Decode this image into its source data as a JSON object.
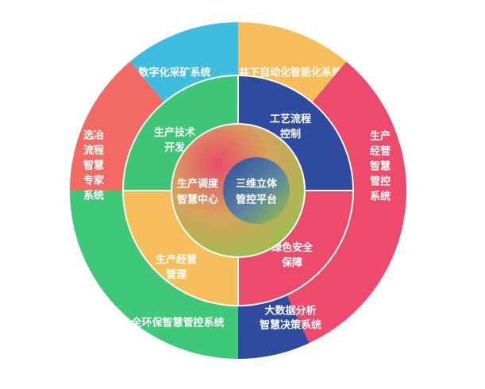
{
  "outer_ring": [
    {
      "key": "digital_mining",
      "lines": [
        "数字化采矿系统"
      ],
      "color": "#3fbde0"
    },
    {
      "key": "underground_automation",
      "lines": [
        "井下自动化智能化系统"
      ],
      "color": "#f6be5a"
    },
    {
      "key": "production_control",
      "lines": [
        "生产",
        "经营",
        "智慧",
        "管控",
        "系统"
      ],
      "color": "#ee4a6c"
    },
    {
      "key": "big_data",
      "lines": [
        "大数据分析",
        "智慧决策系统"
      ],
      "color": "#2f4ba0"
    },
    {
      "key": "environmental",
      "lines": [
        "全环保智慧管控系统"
      ],
      "color": "#3fc878"
    },
    {
      "key": "smelting_expert",
      "lines": [
        "选冶",
        "流程",
        "智慧",
        "专家",
        "系统"
      ],
      "color": "#f26a63"
    }
  ],
  "inner_ring": [
    {
      "key": "tech_dev",
      "lines": [
        "生产技术",
        "开发"
      ],
      "color": "#3ec577"
    },
    {
      "key": "process_control",
      "lines": [
        "工艺流程",
        "控制"
      ],
      "color": "#2f4ba0"
    },
    {
      "key": "green_safety",
      "lines": [
        "绿色安全",
        "保障"
      ],
      "color": "#ee4a6c"
    },
    {
      "key": "operations_mgmt",
      "lines": [
        "生产经营",
        "管理"
      ],
      "color": "#f6be5a"
    }
  ],
  "center": {
    "dispatch": [
      "生产调度",
      "智慧中心"
    ],
    "platform": [
      "三维立体",
      "管控平台"
    ]
  }
}
